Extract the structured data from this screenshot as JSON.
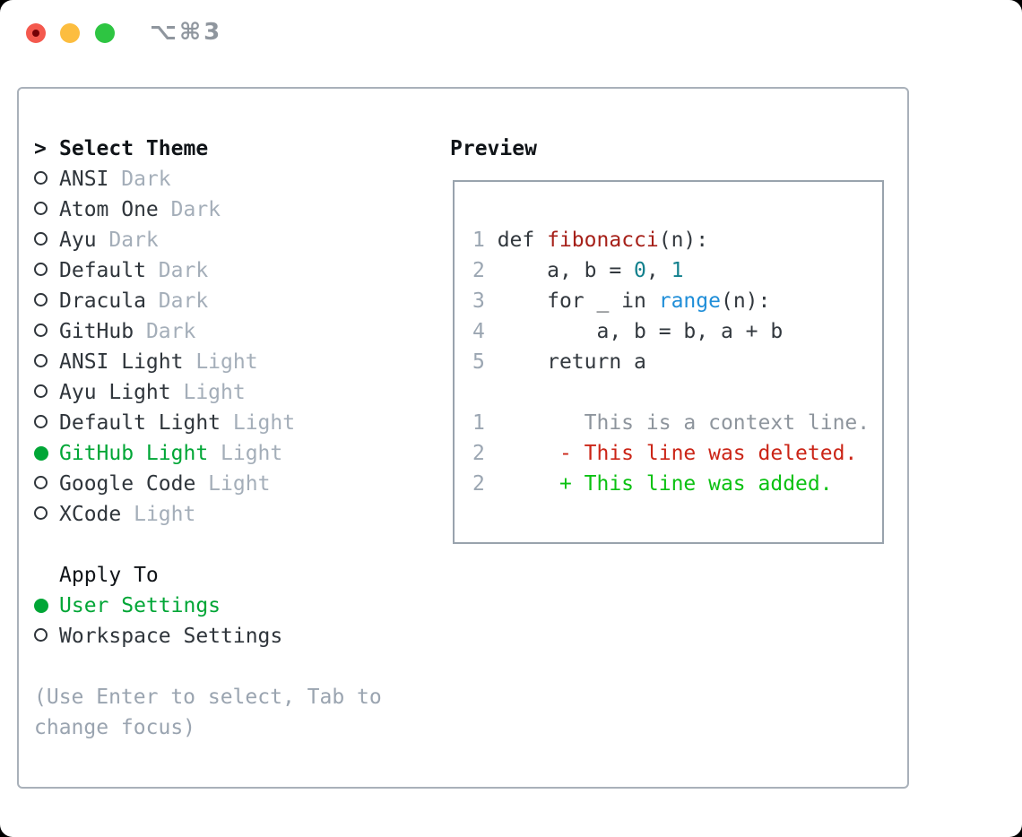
{
  "titlebar": {
    "shortcut": "⌥⌘3"
  },
  "theme_picker": {
    "prompt": ">",
    "header": "Select Theme",
    "themes": [
      {
        "name": "ANSI",
        "variant": "Dark",
        "selected": false
      },
      {
        "name": "Atom One",
        "variant": "Dark",
        "selected": false
      },
      {
        "name": "Ayu",
        "variant": "Dark",
        "selected": false
      },
      {
        "name": "Default",
        "variant": "Dark",
        "selected": false
      },
      {
        "name": "Dracula",
        "variant": "Dark",
        "selected": false
      },
      {
        "name": "GitHub",
        "variant": "Dark",
        "selected": false
      },
      {
        "name": "ANSI Light",
        "variant": "Light",
        "selected": false
      },
      {
        "name": "Ayu Light",
        "variant": "Light",
        "selected": false
      },
      {
        "name": "Default Light",
        "variant": "Light",
        "selected": false
      },
      {
        "name": "GitHub Light",
        "variant": "Light",
        "selected": true
      },
      {
        "name": "Google Code",
        "variant": "Light",
        "selected": false
      },
      {
        "name": "XCode",
        "variant": "Light",
        "selected": false
      }
    ],
    "apply_to": {
      "header": "Apply To",
      "options": [
        {
          "name": "User Settings",
          "selected": true
        },
        {
          "name": "Workspace Settings",
          "selected": false
        }
      ]
    },
    "hint_lines": [
      "(Use Enter to select, Tab to",
      "change focus)"
    ]
  },
  "preview": {
    "title": "Preview",
    "code_lines": [
      {
        "n": "1",
        "s": [
          [
            " def ",
            "k"
          ],
          [
            "fibonacci",
            "fn"
          ],
          [
            "(n):",
            "k"
          ]
        ]
      },
      {
        "n": "2",
        "s": [
          [
            "     a, b = ",
            "k"
          ],
          [
            "0",
            "num"
          ],
          [
            ", ",
            "k"
          ],
          [
            "1",
            "num"
          ]
        ]
      },
      {
        "n": "3",
        "s": [
          [
            "     for _ in ",
            "k"
          ],
          [
            "range",
            "call"
          ],
          [
            "(n):",
            "k"
          ]
        ]
      },
      {
        "n": "4",
        "s": [
          [
            "         a, b = b, a + b",
            "k"
          ]
        ]
      },
      {
        "n": "5",
        "s": [
          [
            "     return a",
            "k"
          ]
        ]
      },
      {
        "blank": true
      },
      {
        "n": "1",
        "s": [
          [
            "        This is a context line.",
            "ctx"
          ]
        ]
      },
      {
        "n": "2",
        "s": [
          [
            "      - This line was deleted.",
            "del"
          ]
        ]
      },
      {
        "n": "2",
        "s": [
          [
            "      + This line was added.",
            "add"
          ]
        ]
      }
    ]
  },
  "colors": {
    "traffic_red": "#f4594e",
    "traffic_red_dot": "#740106",
    "traffic_yellow": "#fcbd3f",
    "traffic_green": "#2ec542",
    "gray_shortcut": "#8f969e",
    "border_panel": "#a9b1ba",
    "border_preview": "#99a3ad",
    "text_black": "#101418",
    "text_dark": "#2f353b",
    "code_dark": "#32383e",
    "gray_muted": "#a4aeb9",
    "gray_hint": "#9aa4b0",
    "gray_linenum": "#9ba6b2",
    "gray_context": "#8e959d",
    "green_selected": "#00a636",
    "green_added": "#0bc112",
    "red_deleted": "#cb2517",
    "red_function": "#a62019",
    "teal_number": "#12808d",
    "blue_call": "#1f8ed8"
  }
}
